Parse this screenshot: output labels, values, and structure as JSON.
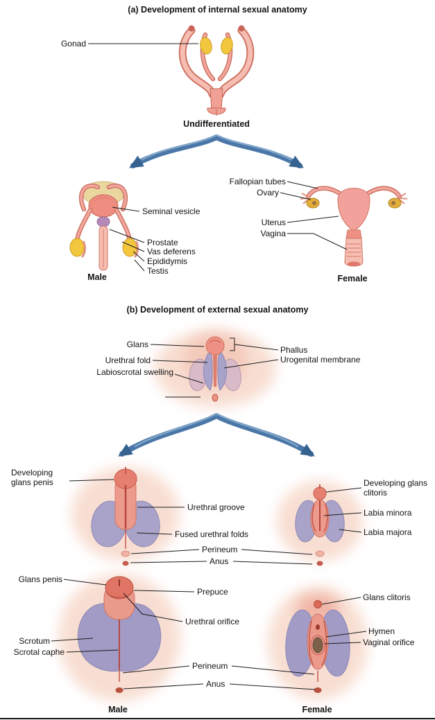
{
  "a": {
    "title": "(a) Development of internal sexual anatomy",
    "undifferentiated_caption": "Undifferentiated",
    "male_caption": "Male",
    "female_caption": "Female",
    "labels": {
      "gonad": "Gonad",
      "seminal_vesicle": "Seminal vesicle",
      "prostate": "Prostate",
      "vas_deferens": "Vas deferens",
      "epididymis": "Epididymis",
      "testis": "Testis",
      "fallopian_tubes": "Fallopian tubes",
      "ovary": "Ovary",
      "uterus": "Uterus",
      "vagina": "Vagina"
    }
  },
  "b": {
    "title": "(b) Development of external sexual anatomy",
    "male_caption": "Male",
    "female_caption": "Female",
    "labels": {
      "glans": "Glans",
      "urethral_fold": "Urethral fold",
      "labioscrotal_swelling": "Labioscrotal swelling",
      "phallus": "Phallus",
      "urogenital_membrane": "Urogenital membrane",
      "developing_glans_penis": "Developing glans penis",
      "urethral_groove": "Urethral groove",
      "fused_urethral_folds": "Fused urethral folds",
      "perineum_mid": "Perineum",
      "anus_mid": "Anus",
      "developing_glans_clitoris": "Developing glans clitoris",
      "labia_minora": "Labia minora",
      "labia_majora": "Labia majora",
      "glans_penis": "Glans penis",
      "prepuce": "Prepuce",
      "urethral_orifice": "Urethral orifice",
      "scrotum": "Scrotum",
      "scrotal_raphe": "Scrotal caphe",
      "glans_clitoris": "Glans clitoris",
      "hymen": "Hymen",
      "vaginal_orifice": "Vaginal orifice",
      "perineum_bottom": "Perineum",
      "anus_bottom": "Anus"
    }
  },
  "colors": {
    "leader_line": "#1a1a1a",
    "arrow_blue": "#4a77a8",
    "tissue_pink": "#f2a79e",
    "tissue_deep_pink": "#e0796c",
    "gonad_yellow": "#f2c73e",
    "swelling_lavender": "#a9a3c9"
  }
}
